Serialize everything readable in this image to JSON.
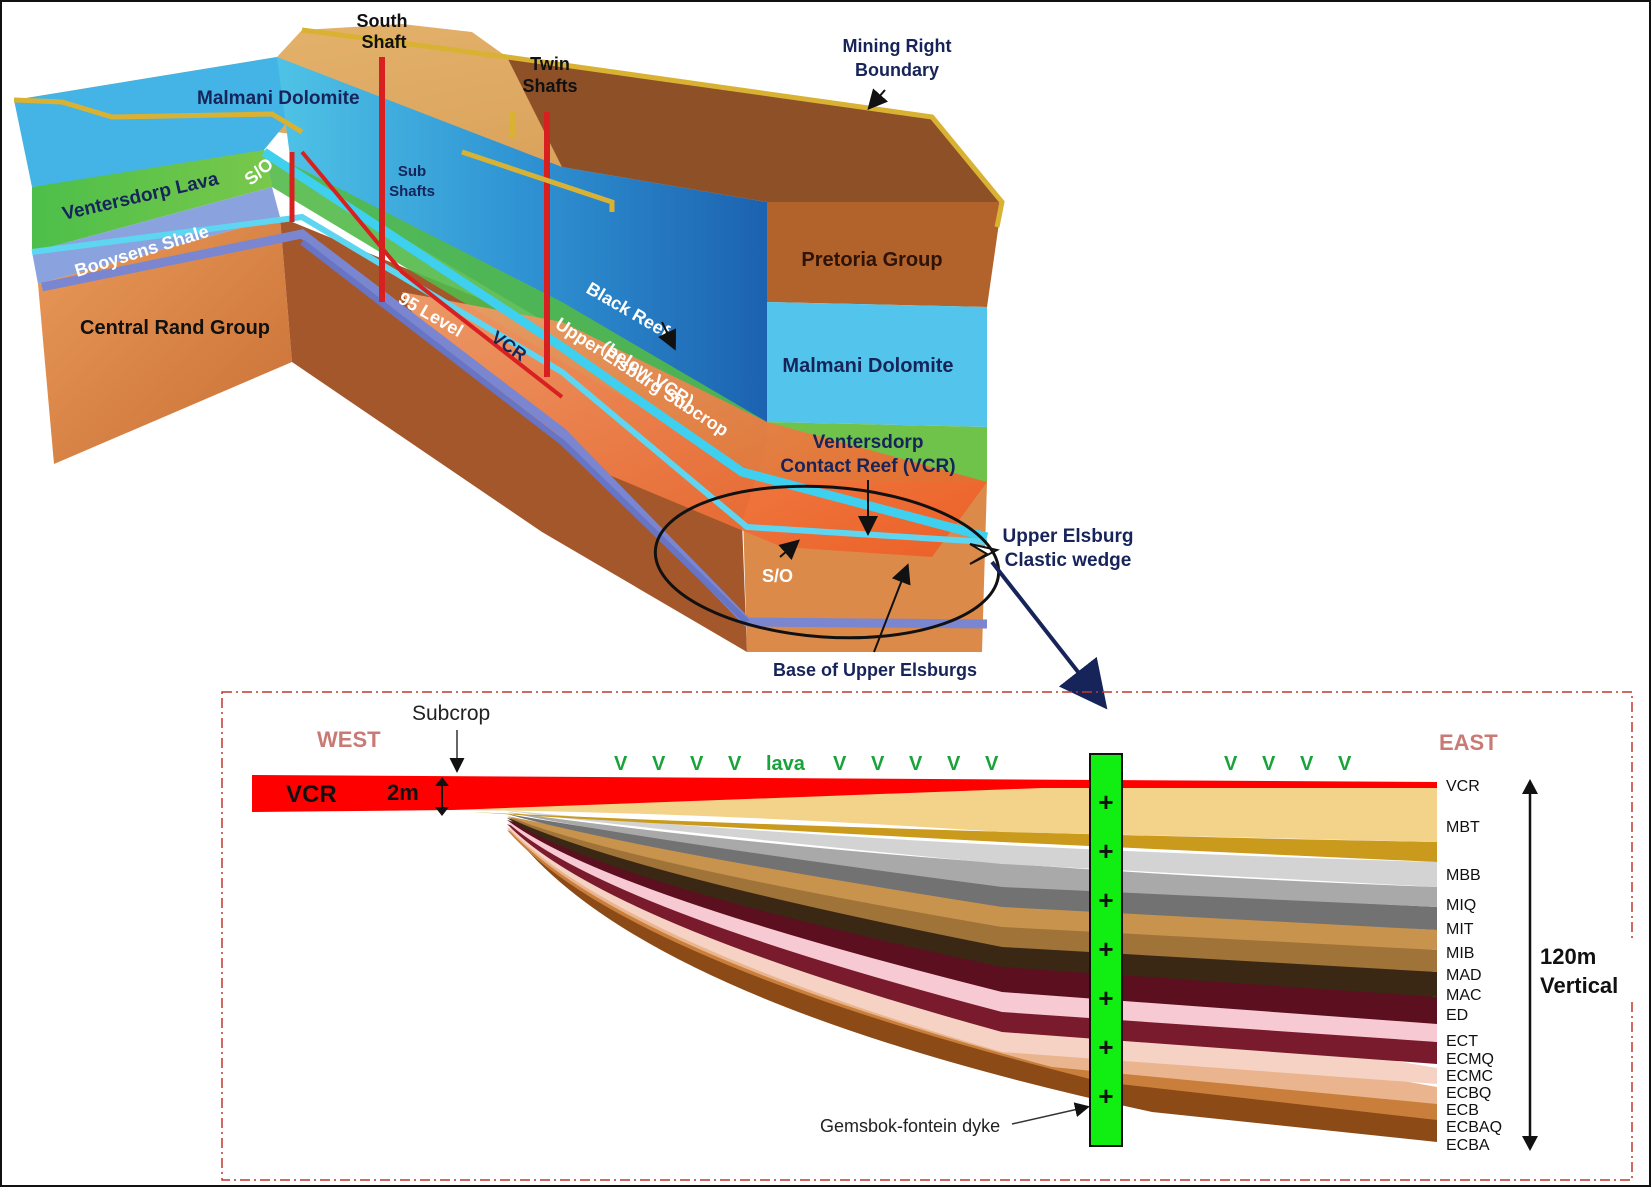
{
  "block": {
    "labels": {
      "south_shaft": [
        "South",
        "Shaft"
      ],
      "twin_shafts": [
        "Twin",
        "Shafts"
      ],
      "mining_right_boundary": [
        "Mining Right",
        "Boundary"
      ],
      "malmani_top": "Malmani  Dolomite",
      "sub_shafts": [
        "Sub",
        "Shafts"
      ],
      "so_top": "S/O",
      "ventersdorp_lava": "Ventersdorp Lava",
      "booysens_shale": "Booysens Shale",
      "central_rand_group": "Central Rand Group",
      "level_95": "95 Level",
      "vcr": "VCR",
      "black_reef": "Black Reef",
      "upper_elsburg_subcrop": [
        "Upper Elsburg Subcrop",
        "(below VCR)"
      ],
      "pretoria_group": "Pretoria Group",
      "malmani_right": "Malmani Dolomite",
      "ventersdorp_contact_reef": [
        "Ventersdorp",
        "Contact Reef (VCR)"
      ],
      "upper_elsburg_clastic_wedge": [
        "Upper Elsburg",
        "Clastic wedge"
      ],
      "so_bottom": "S/O",
      "base_upper_elsburgs": "Base of Upper Elsburgs"
    }
  },
  "section": {
    "west": "WEST",
    "east": "EAST",
    "subcrop": "Subcrop",
    "vcr_label": "VCR",
    "thickness": "2m",
    "lava_label": "lava",
    "v_marks_left": [
      "V",
      "V",
      "V",
      "V"
    ],
    "v_marks_mid": [
      "V",
      "V",
      "V",
      "V",
      "V"
    ],
    "v_marks_right": [
      "V",
      "V",
      "V",
      "V"
    ],
    "dyke_label": "Gemsbok-fontein dyke",
    "dyke_marks": [
      "+",
      "+",
      "+",
      "+",
      "+",
      "+",
      "+"
    ],
    "scale": [
      "120m",
      "Vertical"
    ],
    "units": [
      "VCR",
      "MBT",
      "MBB",
      "MIQ",
      "MIT",
      "MIB",
      "MAD",
      "MAC",
      "ED",
      "ECT",
      "ECMQ",
      "ECMC",
      "ECBQ",
      "ECB",
      "ECBAQ",
      "ECBA"
    ]
  },
  "colors": {
    "vcr_red": "#ff0000",
    "dyke_green": "#11ee11",
    "west_east": "#c97a74",
    "lava_v": "#1aa33a",
    "navy_text": "#17245a",
    "dashed_border": "#c0392b"
  }
}
